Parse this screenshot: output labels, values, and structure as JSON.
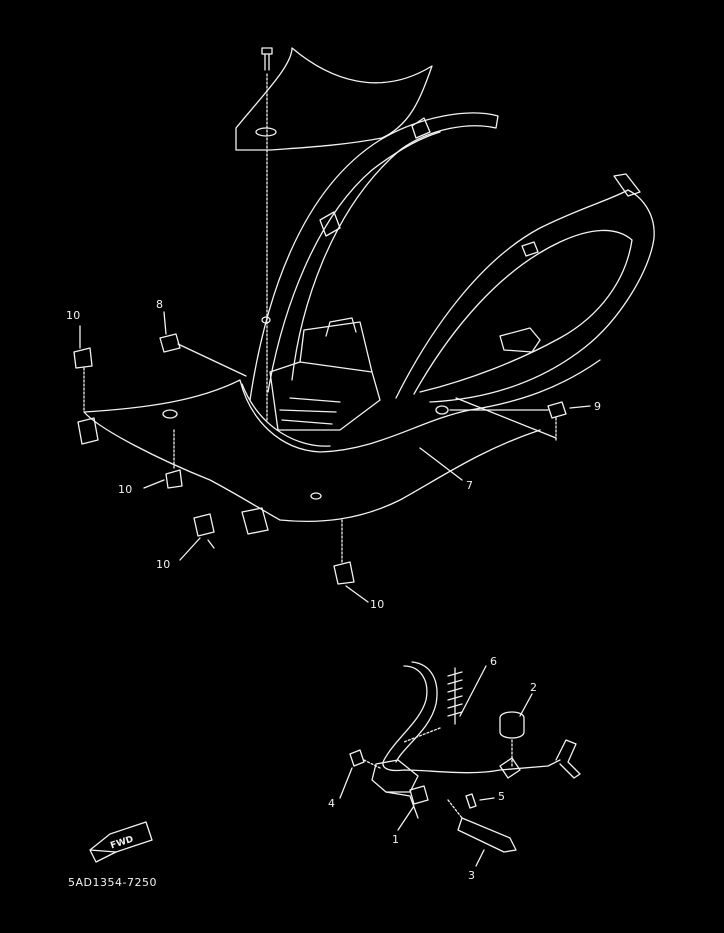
{
  "diagram": {
    "part_code": "5AD1354-7250",
    "fwd_badge": "FWD",
    "callouts": [
      "10",
      "8",
      "9",
      "7",
      "10",
      "10",
      "10",
      "6",
      "2",
      "4",
      "5",
      "1",
      "3"
    ]
  },
  "colors": {
    "background": "#000000",
    "line": "#f2f2f2"
  }
}
